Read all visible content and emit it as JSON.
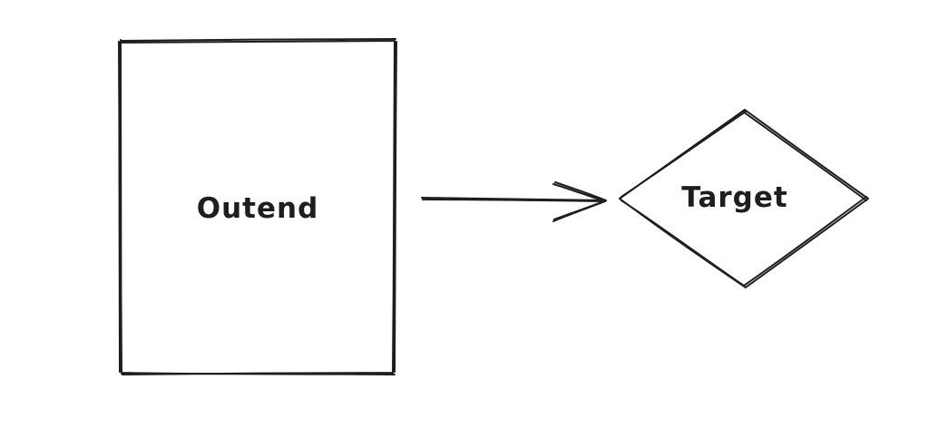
{
  "diagram": {
    "nodes": [
      {
        "id": "outend",
        "shape": "rectangle",
        "label": "Outend"
      },
      {
        "id": "target",
        "shape": "diamond",
        "label": "Target"
      }
    ],
    "edges": [
      {
        "from": "outend",
        "to": "target"
      }
    ],
    "colors": {
      "stroke": "#1e1e1e",
      "background": "#ffffff"
    }
  }
}
